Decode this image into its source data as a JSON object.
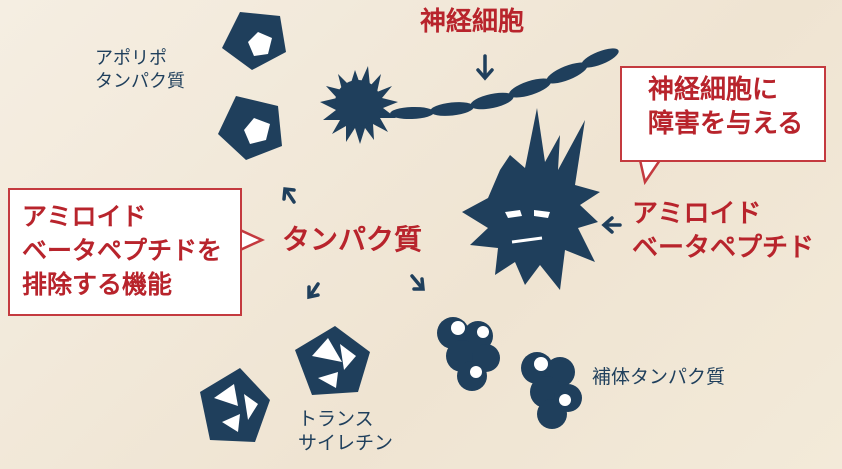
{
  "labels": {
    "neuron": "神経細胞",
    "apolipo_line1": "アポリポ",
    "apolipo_line2": "タンパク質",
    "damage_line1": "神経細胞に",
    "damage_line2": "障害を与える",
    "amyloid_line1": "アミロイド",
    "amyloid_line2": "ベータペプチド",
    "protein": "タンパク質",
    "remove_line1": "アミロイド",
    "remove_line2": "ベータペプチドを",
    "remove_line3": "排除する機能",
    "complement": "補体タンパク質",
    "trans_line1": "トランス",
    "trans_line2": "サイレチン"
  },
  "colors": {
    "navy": "#1f3f5c",
    "red": "#b8242c",
    "callout_border": "#c43a3f",
    "background": "#f3ead9"
  },
  "icons": [
    "pentagon-protein-icon",
    "spiky-cell-icon",
    "axon-chain-icon",
    "amyloid-monster-icon",
    "triangle-protein-icon",
    "cluster-protein-icon",
    "arrow-icon"
  ]
}
